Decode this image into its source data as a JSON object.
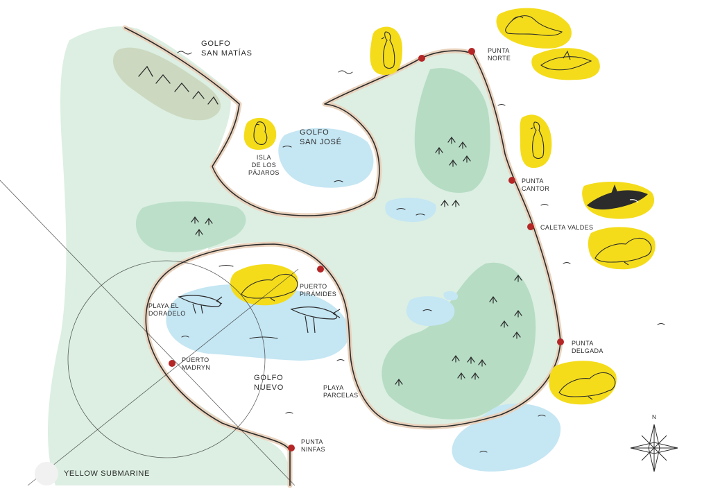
{
  "labels": {
    "golfo_san_matias": "GOLFO\nSAN MATÍAS",
    "golfo_san_jose": "GOLFO\nSAN JOSÉ",
    "isla_pajaros": "ISLA\nDE LOS\nPÁJAROS",
    "punta_norte": "PUNTA\nNORTE",
    "punta_cantor": "PUNTA\nCANTOR",
    "caleta_valdes": "CALETA VALDES",
    "punta_delgada": "PUNTA\nDELGADA",
    "puerto_piramides": "PUERTO\nPIRÁMIDES",
    "playa_doradelo": "PLAYA EL\nDORADELO",
    "puerto_madryn": "PUERTO\nMADRYN",
    "golfo_nuevo": "GOLFO\nNUEVO",
    "playa_parcelas": "PLAYA\nPARCELAS",
    "punta_ninfas": "PUNTA\nNINFAS"
  },
  "brand": "YELLOW SUBMARINE",
  "compass": "N",
  "colors": {
    "land": "#dcefe2",
    "forest": "#b6dcc4",
    "water": "#c5e6f3",
    "highlight": "#f4dc1b",
    "marker": "#b52727",
    "shore": "#e9d2bd",
    "ink": "#2b2b2b",
    "hills": "#c7d1b4"
  },
  "icons": {
    "wildlife": [
      "penguin-icon",
      "sea-lion-icon",
      "dolphin-icon",
      "bird-icon",
      "orca-icon",
      "whale-icon"
    ],
    "terrain": [
      "tree-icon",
      "mountain-icon"
    ],
    "navigation": [
      "location-marker-icon",
      "compass-rose-icon"
    ]
  }
}
